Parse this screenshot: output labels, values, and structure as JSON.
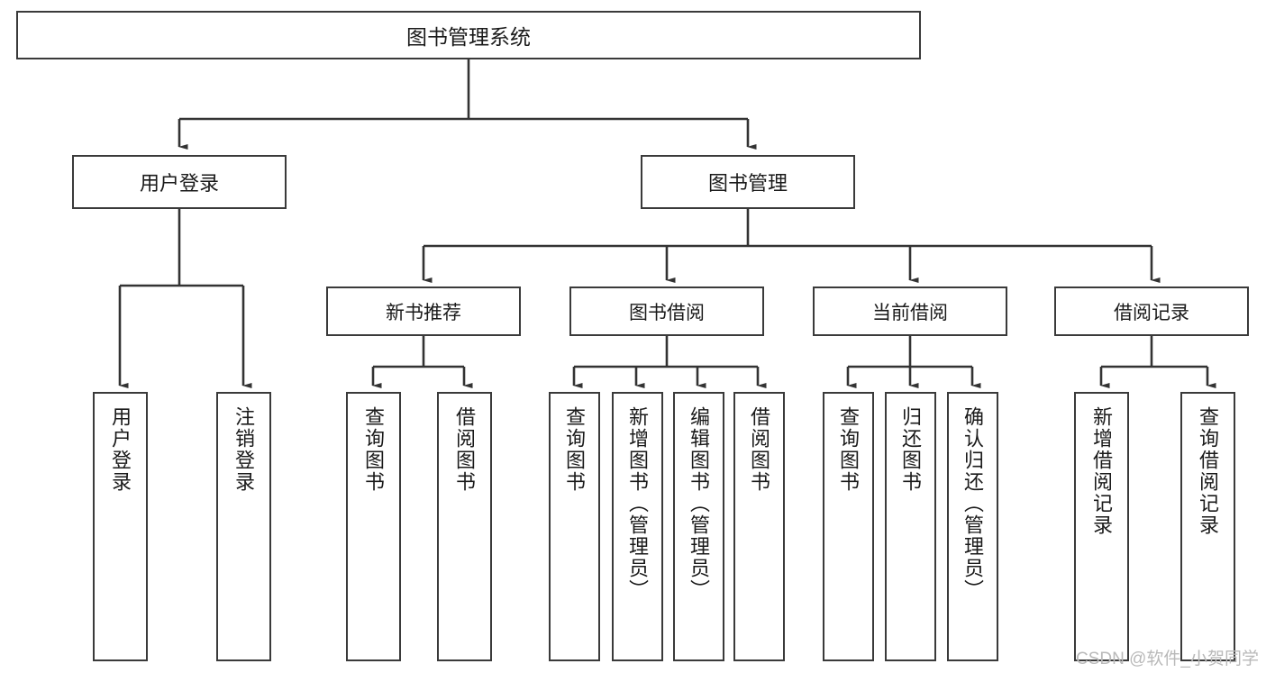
{
  "diagram": {
    "type": "tree-hierarchy-chart",
    "title": "图书管理系统",
    "colors": {
      "box_border": "#3a3a3a",
      "box_fill": "#ffffff",
      "edge": "#333333",
      "text": "#1a1a1a",
      "watermark": "#b9b9b9",
      "background": "#ffffff"
    },
    "root": {
      "label": "图书管理系统"
    },
    "level1": [
      {
        "label": "用户登录"
      },
      {
        "label": "图书管理"
      }
    ],
    "level2": [
      {
        "label": "新书推荐"
      },
      {
        "label": "图书借阅"
      },
      {
        "label": "当前借阅"
      },
      {
        "label": "借阅记录"
      }
    ],
    "leaves": {
      "user_login": [
        {
          "label": "用户登录"
        },
        {
          "label": "注销登录"
        }
      ],
      "new_book_recommend": [
        {
          "label": "查询图书"
        },
        {
          "label": "借阅图书"
        }
      ],
      "book_borrow": [
        {
          "label": "查询图书"
        },
        {
          "label": "新增图书（管理员）"
        },
        {
          "label": "编辑图书（管理员）"
        },
        {
          "label": "借阅图书"
        }
      ],
      "current_borrow": [
        {
          "label": "查询图书"
        },
        {
          "label": "归还图书"
        },
        {
          "label": "确认归还（管理员）"
        }
      ],
      "borrow_record": [
        {
          "label": "新增借阅记录"
        },
        {
          "label": "查询借阅记录"
        }
      ]
    }
  },
  "watermark": {
    "text": "CSDN @软件_小贺同学"
  }
}
